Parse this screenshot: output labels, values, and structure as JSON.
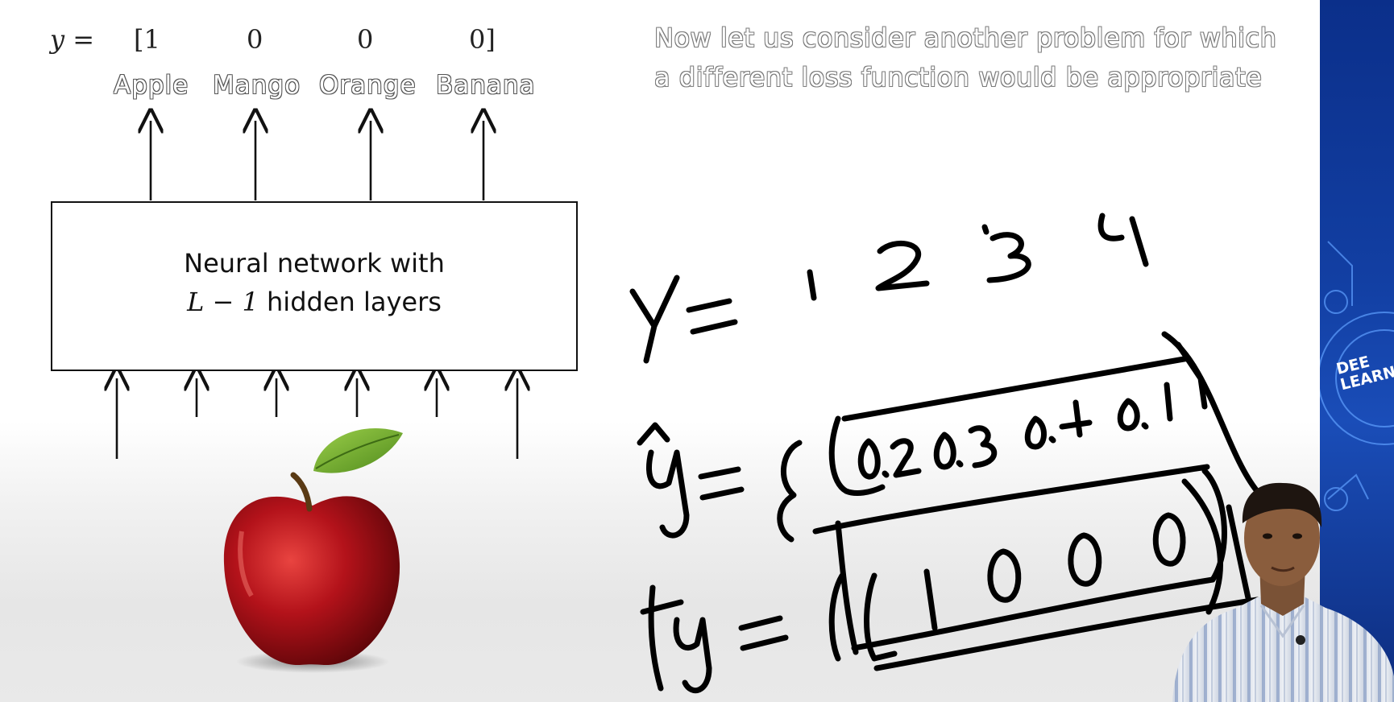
{
  "vector_equation": {
    "lhs": "y =",
    "values": [
      "[1",
      "0",
      "0",
      "0]"
    ],
    "classes": [
      "Apple",
      "Mango",
      "Orange",
      "Banana"
    ]
  },
  "network_box": {
    "line1": "Neural network with",
    "line2_math": "L − 1",
    "line2_text": " hidden layers"
  },
  "note": {
    "line1": "Now let us consider another problem for which",
    "line2": "a different loss function would be appropriate"
  },
  "handwriting": {
    "row1": "Y = 1 2 3 4",
    "row2_lhs": "ŷ =",
    "row2_vector": [
      "0.2",
      "0.3",
      "0.4",
      "0.1"
    ],
    "row3_lhs": "y =",
    "row3_vector": [
      "1",
      "0",
      "0",
      "0"
    ]
  },
  "logo": {
    "text_line1": "DEE",
    "text_line2": "LEARNI"
  },
  "colors": {
    "apple_red": "#b3121a",
    "leaf_green": "#6aa528",
    "logo_blue": "#123fa3"
  }
}
